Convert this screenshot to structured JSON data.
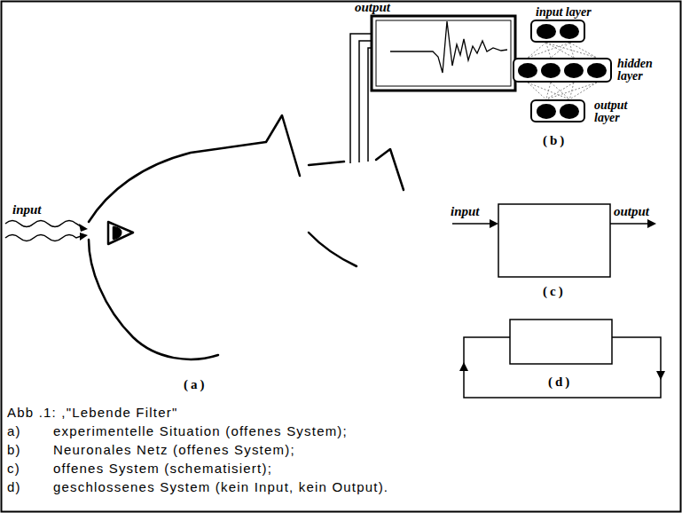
{
  "diagram": {
    "caption": "Abb .1: ,\"Lebende Filter\"",
    "nodes": [
      {
        "text": [
          "input layer"
        ]
      },
      {
        "text": [
          "hidden layer"
        ]
      },
      {
        "text": [
          "output layer"
        ]
      }
    ],
    "edges": [
      {
        "from": 0,
        "to": 1,
        "arrow": "none"
      },
      {
        "from": 1,
        "to": 2,
        "arrow": "none"
      }
    ],
    "labels": [
      "output",
      "input",
      "(a)",
      "(b)",
      "input",
      "output",
      "(c)",
      "(d)",
      "a)",
      "experimentelle Situation (offenes System);",
      "b)",
      "Neuronales Netz (offenes System);",
      "c)",
      "offenes System (schematisiert);",
      "d)",
      "geschlossenes System (kein Input, kein Output)."
    ]
  }
}
